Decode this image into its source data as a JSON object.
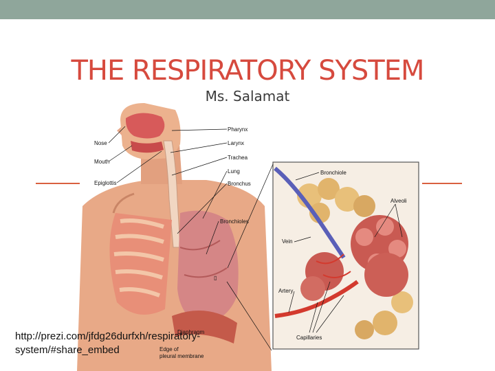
{
  "slide": {
    "title": "The respiratory system",
    "subtitle": "Ms. Salamat",
    "accent_color": "#d64a3e",
    "top_bar_color": "#8fa69b",
    "url_text": "http://prezi.com/jfdg26durfxh/respiratory-system/#share_embed"
  },
  "figure": {
    "labels_body": {
      "nose": "Nose",
      "mouth": "Mouth",
      "epiglottis": "Epiglottis",
      "pharynx": "Pharynx",
      "larynx": "Larynx",
      "trachea": "Trachea",
      "lung": "Lung",
      "bronchus": "Bronchus",
      "bronchioles": "Bronchioles",
      "diaphragm": "Diaphragm",
      "pleura_1": "Edge of",
      "pleura_2": "pleural membrane"
    },
    "labels_inset": {
      "bronchiole": "Bronchiole",
      "alveoli": "Alveoli",
      "vein": "Vein",
      "artery": "Artery",
      "capillaries": "Capillaries"
    },
    "marker_glyph": "▯"
  }
}
